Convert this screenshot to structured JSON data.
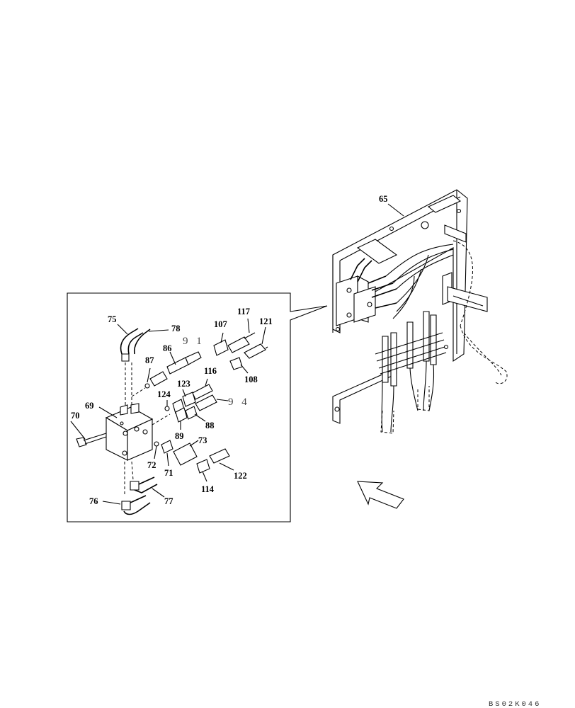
{
  "callouts": {
    "c65": "65",
    "c75": "75",
    "c78": "78",
    "c107": "107",
    "c117": "117",
    "c121": "121",
    "c91": "9 1",
    "c87": "87",
    "c86": "86",
    "c116": "116",
    "c108": "108",
    "c123": "123",
    "c124": "124",
    "c94": "9 4",
    "c69": "69",
    "c70": "70",
    "c89": "89",
    "c88": "88",
    "c73": "73",
    "c72": "72",
    "c71": "71",
    "c122": "122",
    "c114": "114",
    "c76": "76",
    "c77": "77"
  },
  "drawing_code": "BS02K046"
}
